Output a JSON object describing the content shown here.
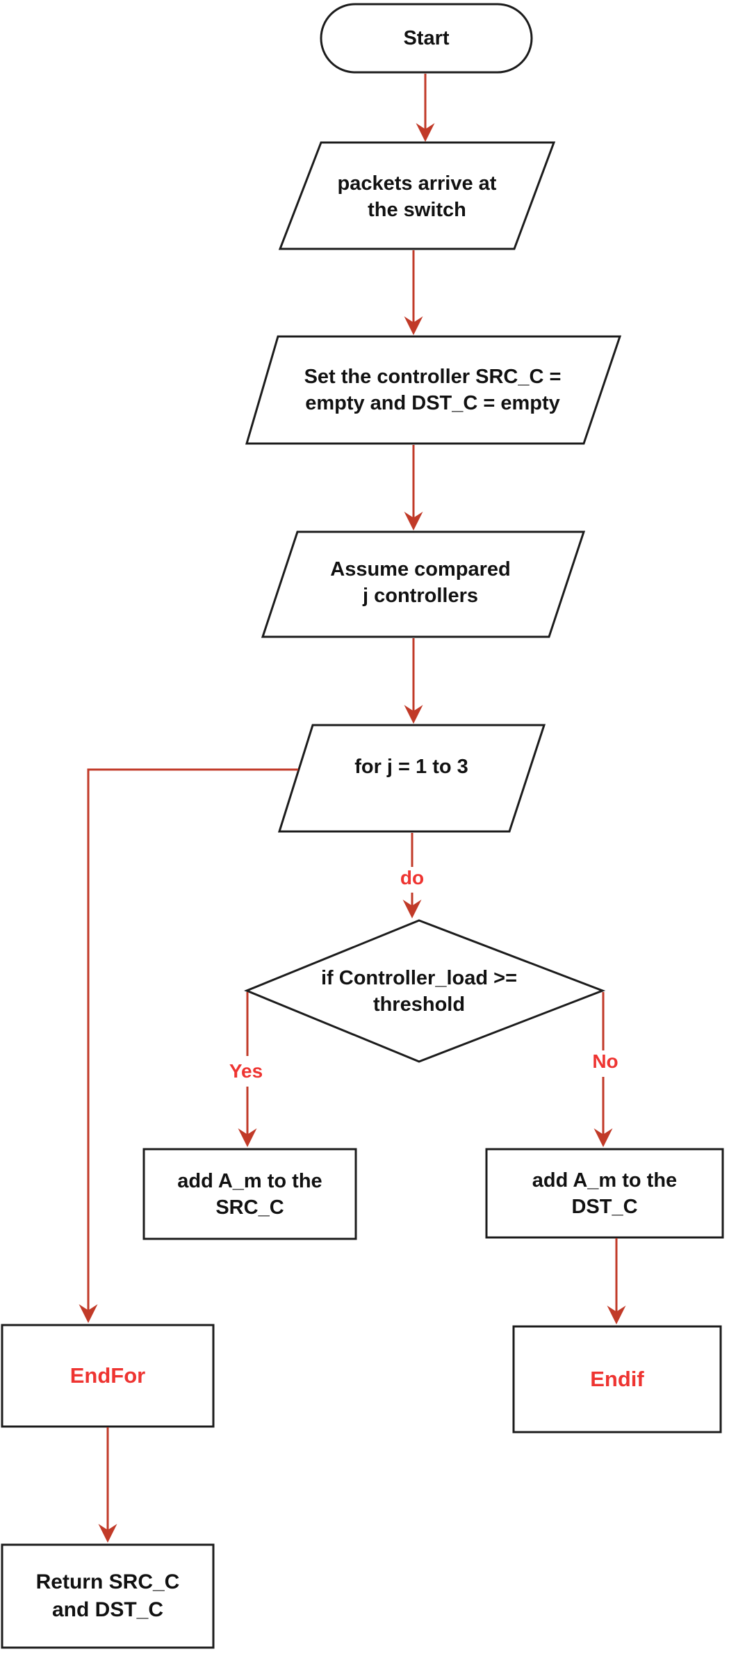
{
  "colors": {
    "arrow": "#c13a28",
    "edge-label": "#ee3431",
    "shape-stroke": "#1c1c1c",
    "text": "#111111",
    "bg": "#ffffff"
  },
  "nodes": {
    "start": {
      "label": "Start"
    },
    "packets_arrive": {
      "line1": "packets arrive at",
      "line2": "the switch"
    },
    "set_controller": {
      "line1": "Set the controller SRC_C =",
      "line2": "empty and DST_C = empty"
    },
    "assume_compared": {
      "line1": "Assume compared",
      "line2": "j controllers"
    },
    "for_loop": {
      "label": "for j = 1 to 3"
    },
    "decision": {
      "line1": "if Controller_load >=",
      "line2": "threshold"
    },
    "add_src": {
      "line1": "add A_m to the",
      "line2": "SRC_C"
    },
    "add_dst": {
      "line1": "add A_m to the",
      "line2": "DST_C"
    },
    "endfor": {
      "label": "EndFor"
    },
    "endif": {
      "label": "Endif"
    },
    "return": {
      "line1": "Return SRC_C",
      "line2": "and DST_C"
    }
  },
  "edge_labels": {
    "do": "do",
    "yes": "Yes",
    "no": "No"
  }
}
